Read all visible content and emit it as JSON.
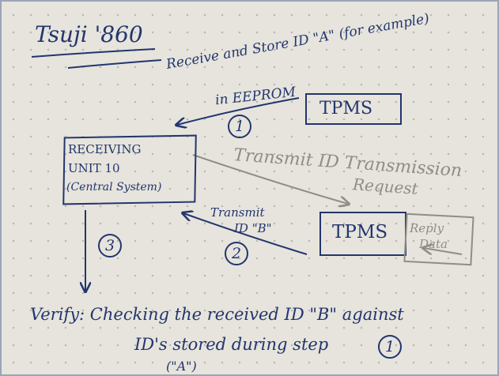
{
  "title": "Tsuji '860",
  "top_note": {
    "line1": "Receive and Store ID \"A\" (for example)",
    "line2": "in EEPROM"
  },
  "nodes": {
    "tpms_top": "TPMS",
    "receiving_unit": {
      "line1": "RECEIVING",
      "line2": "UNIT 10",
      "line3": "(Central System)"
    },
    "tpms_bottom": "TPMS",
    "reply_data": {
      "line1": "Reply",
      "line2": "Data"
    }
  },
  "edges": {
    "request": {
      "line1": "Transmit ID Transmission",
      "line2": "Request"
    },
    "transmit_b": {
      "line1": "Transmit",
      "line2": "ID \"B\""
    }
  },
  "steps": [
    "1",
    "2",
    "3"
  ],
  "verify": {
    "line1": "Verify: Checking the received ID \"B\" against",
    "line2": "ID's stored during step",
    "line2_step": "1",
    "line3": "(\"A\")"
  }
}
